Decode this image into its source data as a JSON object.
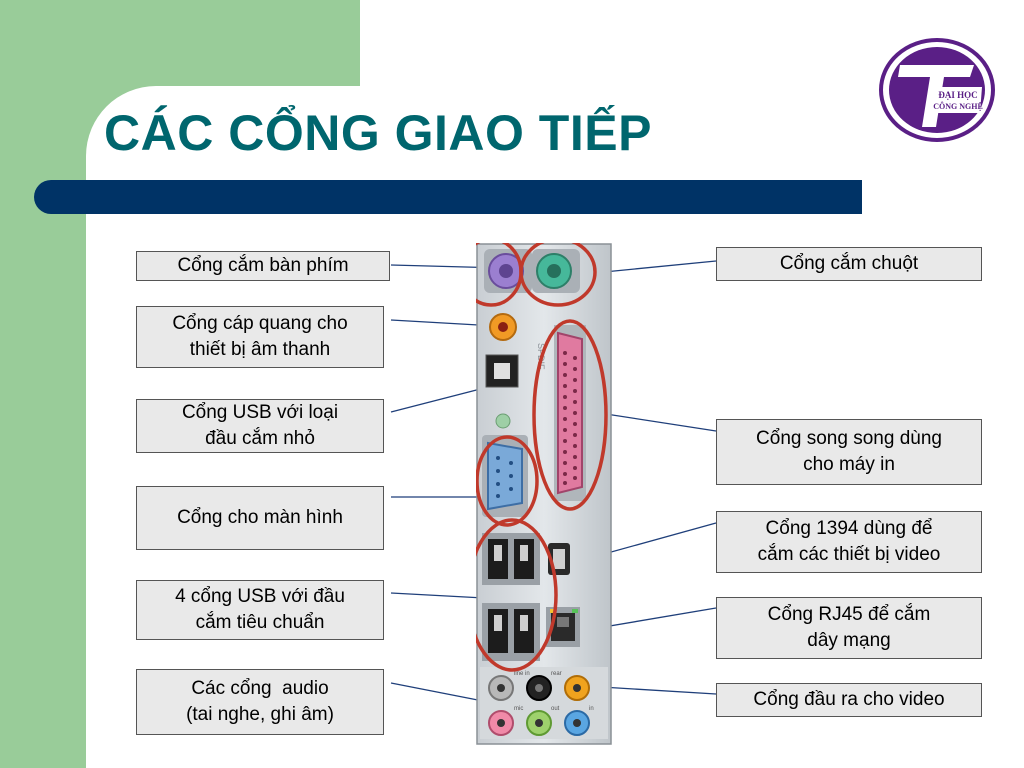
{
  "slide": {
    "title": "CÁC CỔNG GIAO TIẾP",
    "logo": {
      "text_line1": "ĐẠI HỌC",
      "text_line2": "CÔNG NGHỆ",
      "color": "#5a1f86"
    }
  },
  "colors": {
    "title": "#00666e",
    "bar": "#003366",
    "background_green": "#99cc99",
    "highlight_circle": "#c0392b",
    "label_fill": "#e9e9e9"
  },
  "panel_marks": {
    "spdif": "SPDIF",
    "line_in": "line in",
    "rear": "rear",
    "mic": "mic",
    "out": "out",
    "in": "in"
  },
  "labels": {
    "keyboard": "Cổng cắm bàn phím",
    "optical": [
      "Cổng cáp quang cho",
      "thiết bị âm thanh"
    ],
    "mini_usb": [
      "Cổng USB với loại",
      "đầu cắm nhỏ"
    ],
    "monitor": "Cổng cho màn hình",
    "usb4": [
      "4 cổng USB với đầu",
      "cắm tiêu chuẩn"
    ],
    "audio": [
      "Các cổng  audio",
      "(tai nghe, ghi âm)"
    ],
    "mouse": "Cổng cắm chuột",
    "parallel": [
      "Cổng song song dùng",
      "cho máy in"
    ],
    "firewire": [
      "Cổng 1394 dùng để",
      "cắm các thiết bị video"
    ],
    "rj45": [
      "Cổng RJ45 để cắm",
      "dây mạng"
    ],
    "video_out": "Cổng đầu ra cho video"
  }
}
